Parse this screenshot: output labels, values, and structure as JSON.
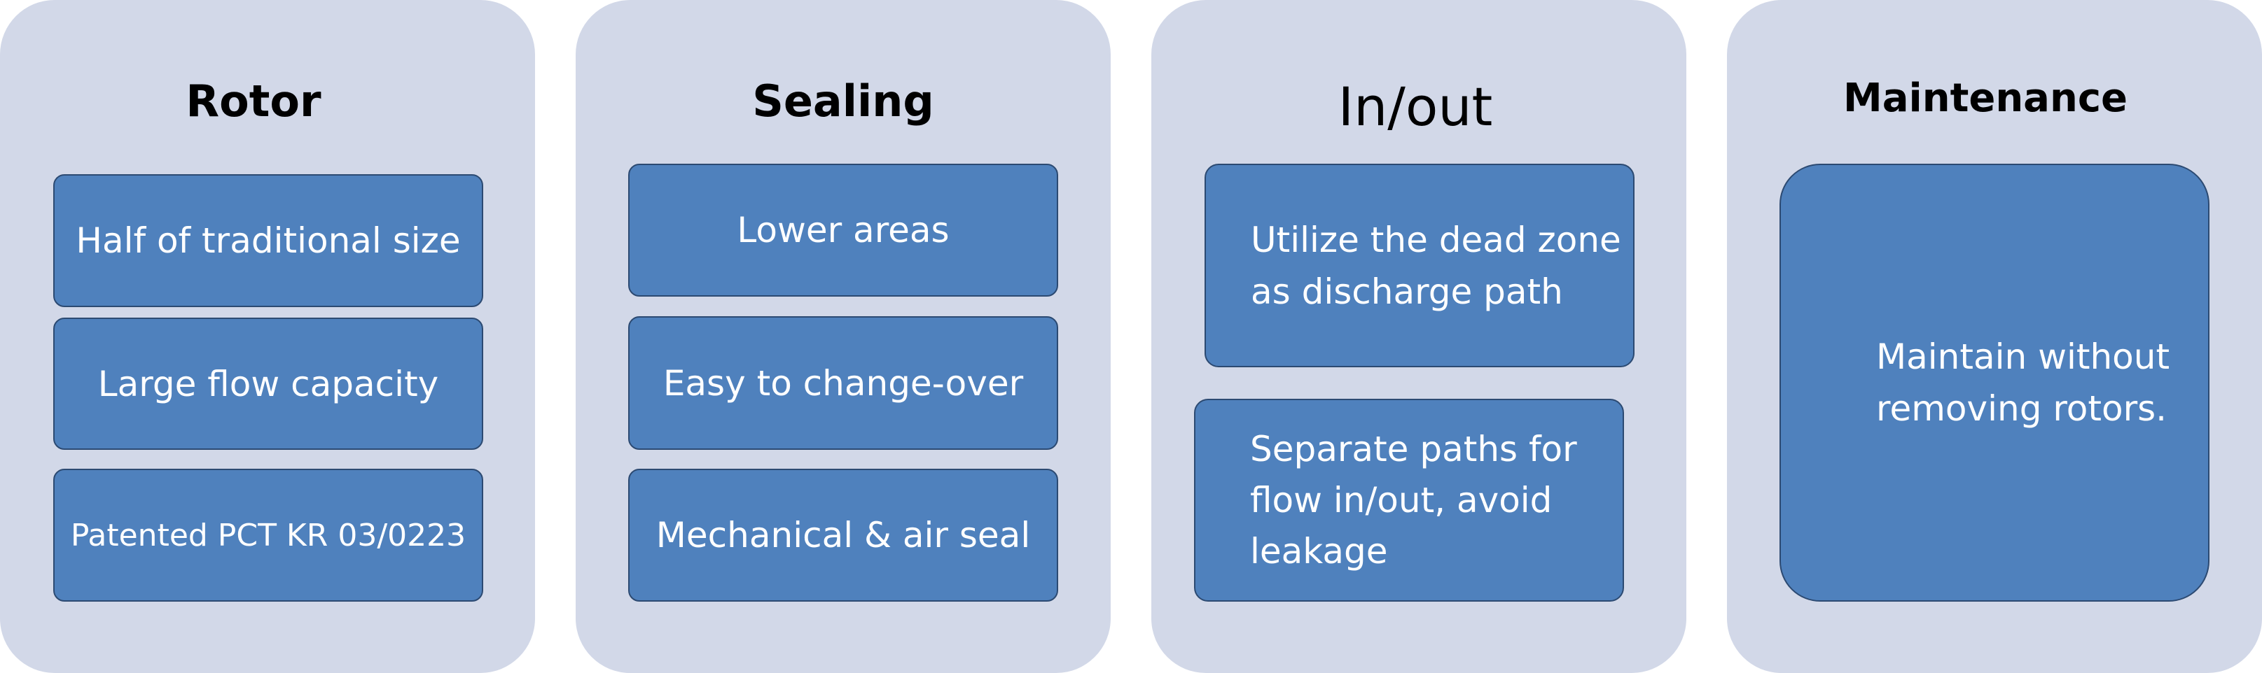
{
  "panels": [
    {
      "title": "Rotor",
      "items": [
        "Half of traditional size",
        "Large flow capacity",
        "Patented  PCT KR 03/0223"
      ]
    },
    {
      "title": "Sealing",
      "items": [
        "Lower areas",
        "Easy to change-over",
        "Mechanical & air seal"
      ]
    },
    {
      "title": "In/out",
      "items": [
        "Utilize the dead zone\nas discharge path",
        "Separate paths for\nflow in/out, avoid\nleakage"
      ]
    },
    {
      "title": "Maintenance",
      "items": [
        "Maintain without\nremoving rotors."
      ]
    }
  ],
  "colors": {
    "panel_background": "#d2d8e8",
    "box_fill": "#4f81bd",
    "box_border": "#2c4a72",
    "box_text": "#ffffff",
    "title_text": "#000000"
  }
}
